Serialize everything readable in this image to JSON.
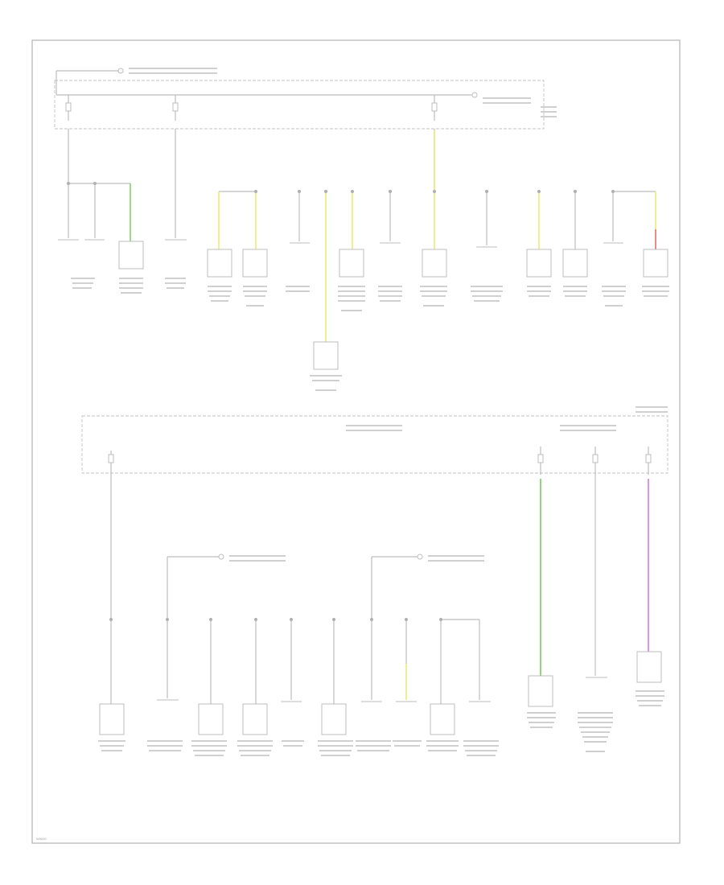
{
  "diagram": {
    "page_code": "W0000",
    "colors": {
      "yellow": "#e9ea7a",
      "green": "#7fd46a",
      "magenta": "#d98bea",
      "red": "#e57070",
      "wire": "#bdbdbd"
    },
    "top_box": {
      "label": "",
      "note_top": "",
      "note_relay": ""
    },
    "bottom_box": {
      "label": "",
      "note_a": "",
      "note_b": ""
    },
    "components": [
      {
        "id": "c1",
        "label": ""
      },
      {
        "id": "c2",
        "label": ""
      },
      {
        "id": "c3",
        "label": ""
      },
      {
        "id": "c4",
        "label": ""
      },
      {
        "id": "c5",
        "label": ""
      },
      {
        "id": "c6",
        "label": ""
      },
      {
        "id": "c7",
        "label": ""
      },
      {
        "id": "c8",
        "label": ""
      },
      {
        "id": "c9",
        "label": ""
      },
      {
        "id": "c10",
        "label": ""
      },
      {
        "id": "c11",
        "label": ""
      },
      {
        "id": "c12",
        "label": ""
      },
      {
        "id": "c13",
        "label": ""
      },
      {
        "id": "c14",
        "label": ""
      },
      {
        "id": "c15",
        "label": ""
      }
    ]
  }
}
